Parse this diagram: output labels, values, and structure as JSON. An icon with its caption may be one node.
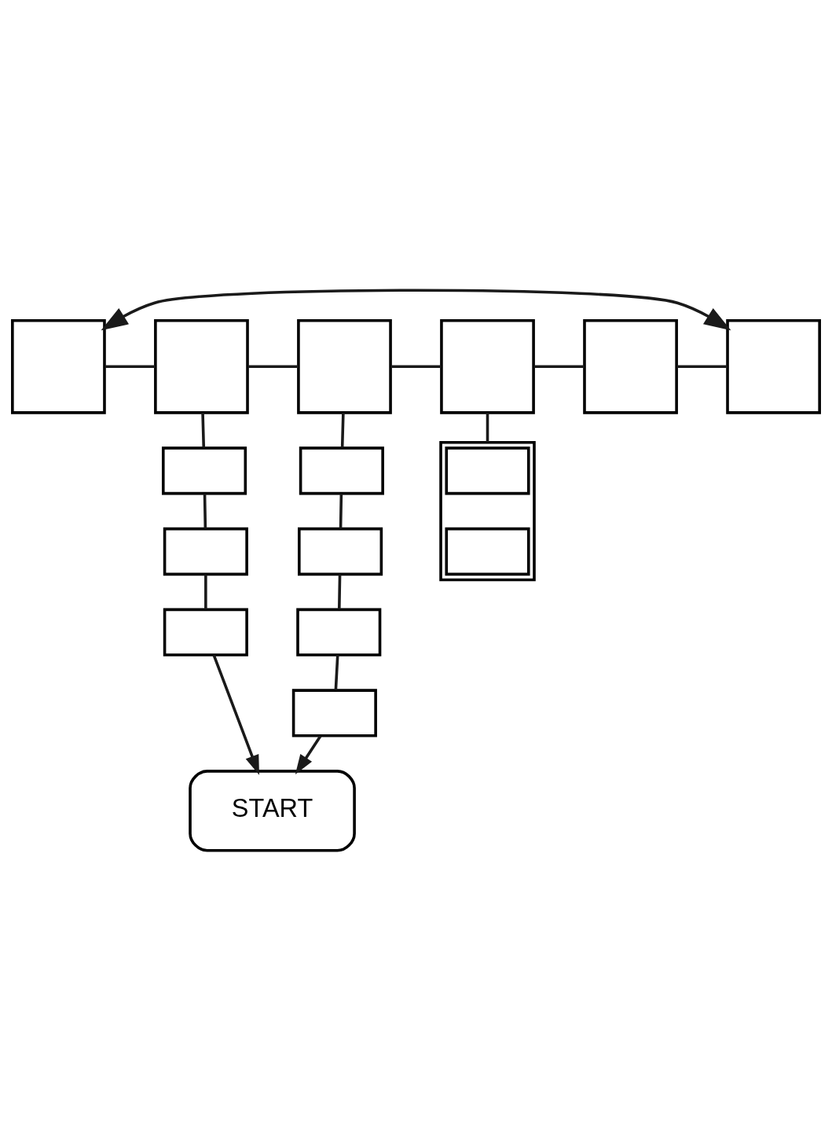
{
  "diagram": {
    "nodes": [
      {
        "text": [],
        "shape": "box"
      },
      {
        "text": [],
        "shape": "box"
      },
      {
        "text": [],
        "shape": "box"
      },
      {
        "text": [],
        "shape": "box"
      },
      {
        "text": [],
        "shape": "box"
      },
      {
        "text": [],
        "shape": "box"
      },
      {
        "text": [],
        "shape": "box"
      },
      {
        "text": [],
        "shape": "box"
      },
      {
        "text": [],
        "shape": "box"
      },
      {
        "text": [],
        "shape": "box"
      },
      {
        "text": [],
        "shape": "box"
      },
      {
        "text": [],
        "shape": "box"
      },
      {
        "text": [],
        "shape": "box"
      },
      {
        "text": [],
        "shape": "box"
      },
      {
        "text": [],
        "shape": "box",
        "in": 13
      },
      {
        "text": [],
        "shape": "box",
        "in": 13
      },
      {
        "text": [
          "START"
        ]
      }
    ],
    "edges": [
      {
        "from": 0,
        "to": 5,
        "arrow": "both"
      },
      {
        "from": 0,
        "to": 1,
        "arrow": "none"
      },
      {
        "from": 1,
        "to": 2,
        "arrow": "none"
      },
      {
        "from": 2,
        "to": 3,
        "arrow": "none"
      },
      {
        "from": 3,
        "to": 4,
        "arrow": "none"
      },
      {
        "from": 4,
        "to": 5,
        "arrow": "none"
      },
      {
        "from": 1,
        "to": 6,
        "arrow": "none"
      },
      {
        "from": 6,
        "to": 7,
        "arrow": "none"
      },
      {
        "from": 7,
        "to": 8,
        "arrow": "none"
      },
      {
        "from": 2,
        "to": 9,
        "arrow": "none"
      },
      {
        "from": 9,
        "to": 10,
        "arrow": "none"
      },
      {
        "from": 10,
        "to": 11,
        "arrow": "none"
      },
      {
        "from": 11,
        "to": 12,
        "arrow": "none"
      },
      {
        "from": 3,
        "to": 13,
        "arrow": "none"
      },
      {
        "from": 8,
        "to": 16,
        "arrow": "to"
      },
      {
        "from": 12,
        "to": 16,
        "arrow": "to"
      }
    ]
  }
}
